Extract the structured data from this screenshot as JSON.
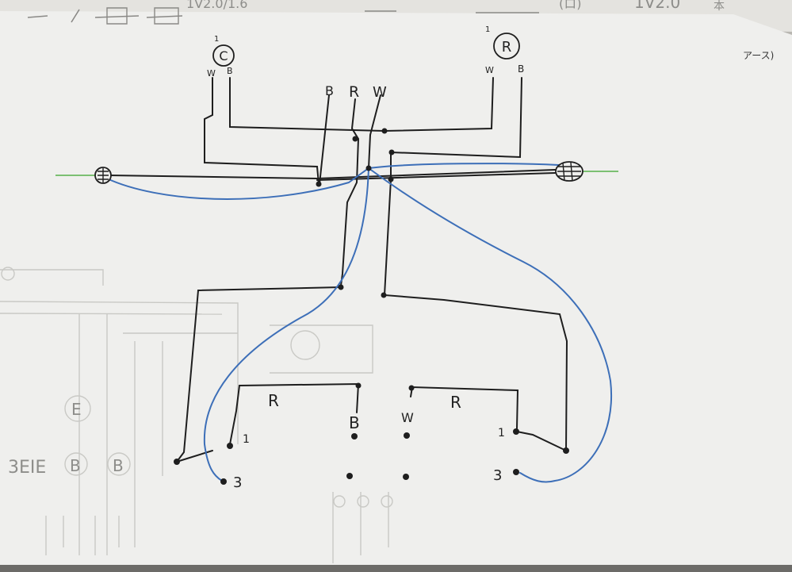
{
  "colors": {
    "ink": "#1e1e1e",
    "blue_wire": "#3d6fb8",
    "green_wire": "#56b04a",
    "paper": "#eeeeec",
    "background_sheet": "#e6e5e1"
  },
  "top_page_text": {
    "left": "1V2.0/1.6",
    "right_symbol": "(ロ)",
    "right_value": "1V2.0",
    "right_suffix": "本"
  },
  "side_note": "アース)",
  "lamps": {
    "left": {
      "label": "C",
      "count": "1",
      "terminal_w": "W",
      "terminal_b": "B"
    },
    "right": {
      "label": "R",
      "count": "1",
      "terminal_w": "W",
      "terminal_b": "B"
    }
  },
  "cable_labels": {
    "b": "B",
    "r": "R",
    "w": "W"
  },
  "switches": {
    "left": {
      "label": "R",
      "terminal_1": "1",
      "terminal_3": "3"
    },
    "right": {
      "label": "R",
      "terminal_1": "1",
      "terminal_3": "3"
    }
  },
  "outlet_labels": {
    "b": "B",
    "w": "W"
  },
  "background_labels": [
    "3EIE",
    "B",
    "B",
    "E"
  ]
}
